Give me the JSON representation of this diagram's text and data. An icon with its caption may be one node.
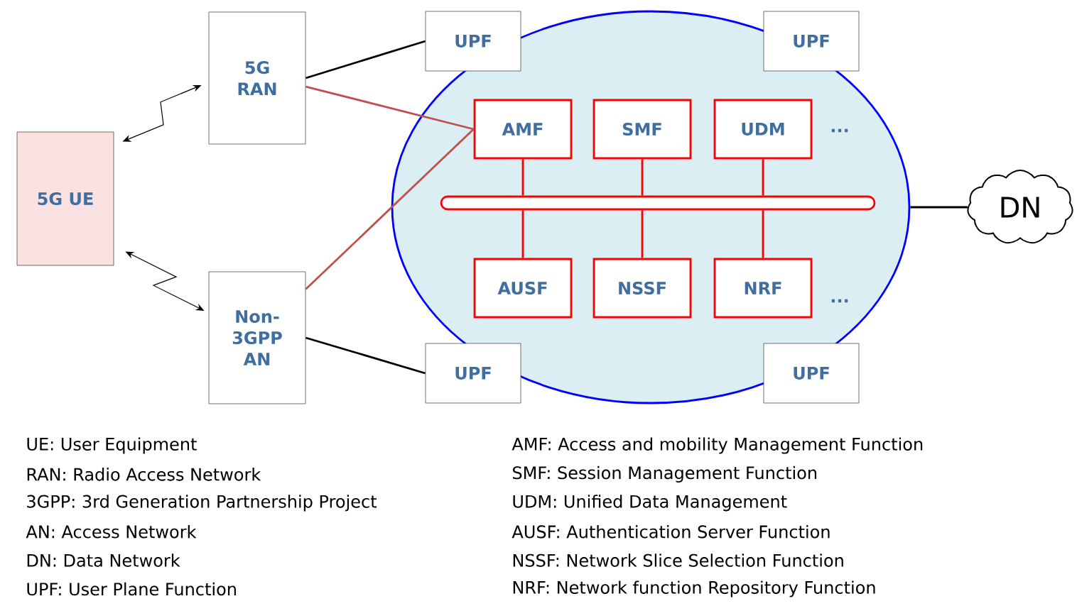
{
  "diagram": {
    "nodes": [
      {
        "text": [
          "5G UE"
        ]
      },
      {
        "text": [
          "5G RAN"
        ]
      },
      {
        "text": [
          "Non-3GPP AN"
        ]
      },
      {
        "text": [],
        "shape": "ellipse"
      },
      {
        "text": [
          "UPF"
        ]
      },
      {
        "text": [
          "UPF"
        ]
      },
      {
        "text": [
          "AMF"
        ],
        "in": 3
      },
      {
        "text": [
          "SMF"
        ],
        "in": 3
      },
      {
        "text": [
          "UDM"
        ],
        "in": 3
      },
      {
        "text": [],
        "shape": "bar",
        "in": 3
      },
      {
        "text": [
          "AUSF"
        ],
        "in": 3
      },
      {
        "text": [
          "NSSF"
        ],
        "in": 3
      },
      {
        "text": [
          "NRF"
        ],
        "in": 3
      },
      {
        "text": [
          "UPF"
        ]
      },
      {
        "text": [
          "UPF"
        ]
      },
      {
        "text": [
          "DN"
        ]
      }
    ],
    "edges": [
      {
        "from": 0,
        "to": 1,
        "arrow": "both",
        "color": "#000000"
      },
      {
        "from": 0,
        "to": 2,
        "arrow": "both",
        "color": "#000000"
      },
      {
        "from": 1,
        "to": 4,
        "arrow": "none",
        "color": "#000000"
      },
      {
        "from": 2,
        "to": 13,
        "arrow": "none",
        "color": "#000000"
      },
      {
        "from": 1,
        "to": 6,
        "arrow": "none",
        "color": "#c0504d"
      },
      {
        "from": 2,
        "to": 6,
        "arrow": "none",
        "color": "#c0504d"
      },
      {
        "from": 6,
        "to": 9,
        "arrow": "none"
      },
      {
        "from": 7,
        "to": 9,
        "arrow": "none"
      },
      {
        "from": 8,
        "to": 9,
        "arrow": "none"
      },
      {
        "from": 10,
        "to": 9,
        "arrow": "none"
      },
      {
        "from": 11,
        "to": 9,
        "arrow": "none"
      },
      {
        "from": 12,
        "to": 9,
        "arrow": "none"
      },
      {
        "from": 3,
        "to": 15,
        "arrow": "none",
        "color": "#000000"
      }
    ],
    "labels": [
      "...",
      "...",
      "UE: User Equipment",
      "RAN: Radio Access Network",
      "3GPP: 3rd Generation Partnership Project",
      "AN: Access Network",
      "DN: Data Network",
      "UPF: User Plane Function",
      "AMF: Access and mobility Management Function",
      "SMF: Session Management Function",
      "UDM: Unified Data Management",
      "AUSF: Authentication Server Function",
      "NSSF: Network Slice Selection Function",
      "NRF: Network function Repository Function"
    ]
  }
}
